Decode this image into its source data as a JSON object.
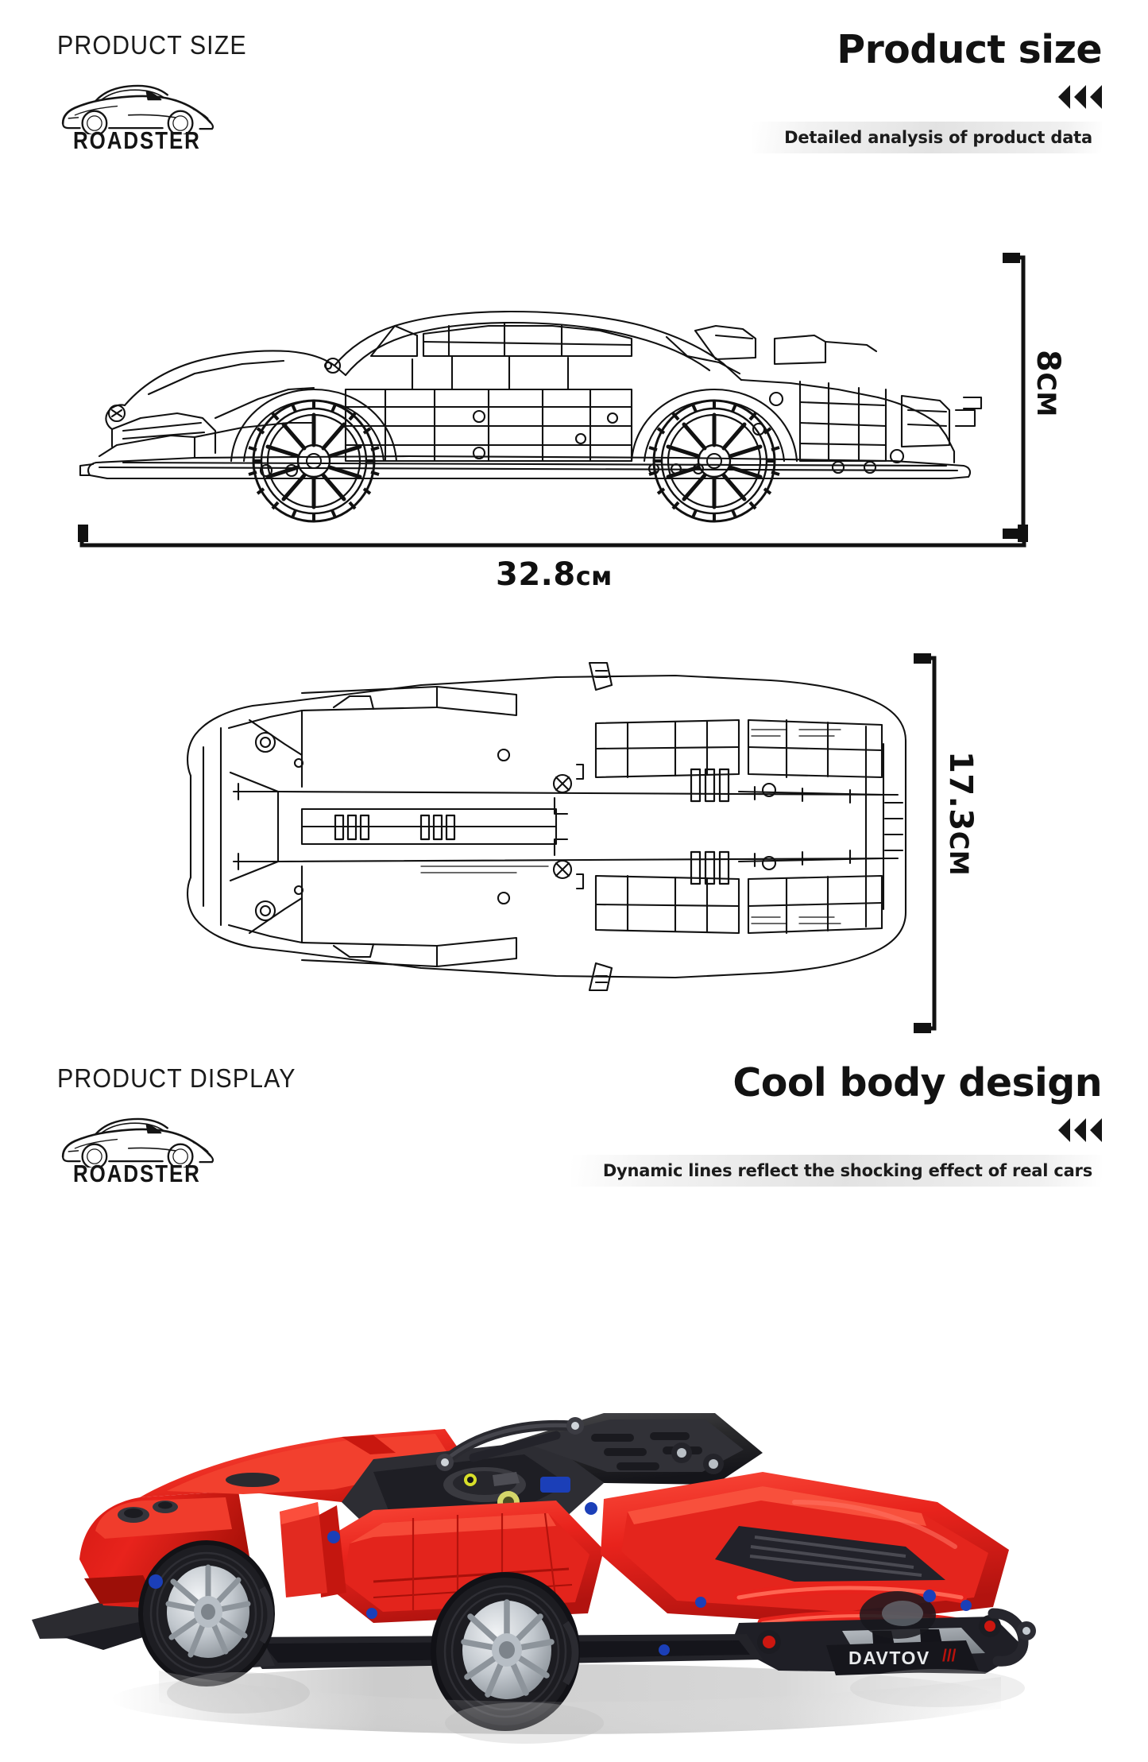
{
  "brand": {
    "logo_word": "ROADSTER",
    "logo_icon": "sportscar-sketch-icon",
    "rear_decal": "DAVTOV"
  },
  "colors": {
    "body_red": "#e8231c",
    "body_red_dark": "#b2130f",
    "body_red_light": "#fa4a3a",
    "accent_black": "#2a2a2c",
    "accent_grey": "#9ea3a8",
    "wheel_silver": "#c9ced4",
    "pin_blue": "#1b48c8",
    "text_dark": "#121212",
    "band_grey": "#e0e0e0",
    "line_art": "#111111"
  },
  "sections": [
    {
      "caption": "PRODUCT SIZE",
      "title": "Product size",
      "subtitle": "Detailed analysis of product data",
      "chevron_count": 3
    },
    {
      "caption": "PRODUCT DISPLAY",
      "title": "Cool body design",
      "subtitle": "Dynamic lines reflect the shocking effect of real cars",
      "chevron_count": 3
    }
  ],
  "dimensions": {
    "height": {
      "value": "8",
      "unit": "CM",
      "full": "8CM",
      "orientation": "vertical",
      "view": "side-view"
    },
    "length": {
      "value": "32.8",
      "unit": "см",
      "full": "32.8см",
      "orientation": "horizontal",
      "view": "side-view"
    },
    "width": {
      "value": "17.3",
      "unit": "CM",
      "full": "17.3CM",
      "orientation": "vertical",
      "view": "top-view"
    }
  },
  "figures": [
    {
      "name": "side-view-blueprint",
      "type": "line-art",
      "label": "brick supercar side elevation"
    },
    {
      "name": "top-view-blueprint",
      "type": "line-art",
      "label": "brick supercar plan view"
    },
    {
      "name": "product-photo",
      "type": "photo",
      "label": "red brick-built supercar, rear three-quarter view"
    }
  ]
}
